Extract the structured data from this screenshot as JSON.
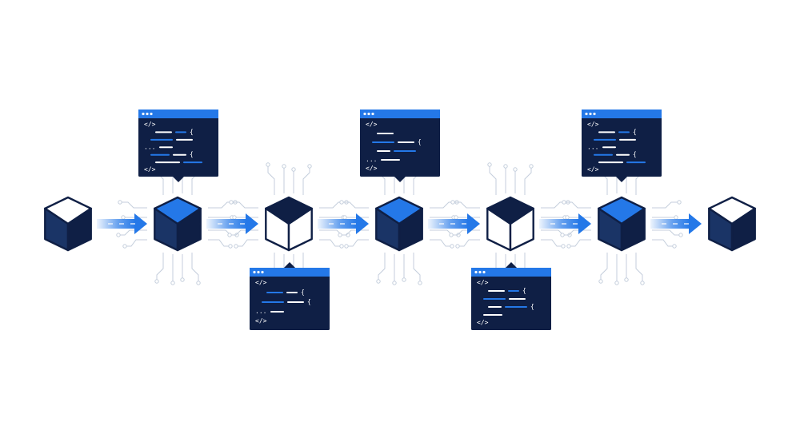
{
  "colors": {
    "background": "#ffffff",
    "navy": "#0f1f45",
    "navy_mid": "#1a3466",
    "blue": "#2478e8",
    "blue_light": "#3b8cf2",
    "white": "#ffffff",
    "circuit": "#c4cedc"
  },
  "pipeline": {
    "nodes": [
      {
        "id": "node-1",
        "icon": "cube-icon",
        "style": "white-top"
      },
      {
        "id": "node-2",
        "icon": "cube-icon",
        "style": "blue-top"
      },
      {
        "id": "node-3",
        "icon": "cube-icon",
        "style": "white-faces"
      },
      {
        "id": "node-4",
        "icon": "cube-icon",
        "style": "blue-top"
      },
      {
        "id": "node-5",
        "icon": "cube-icon",
        "style": "white-faces"
      },
      {
        "id": "node-6",
        "icon": "cube-icon",
        "style": "blue-top"
      },
      {
        "id": "node-7",
        "icon": "cube-icon",
        "style": "white-top"
      }
    ],
    "connectors": [
      {
        "id": "arrow-1",
        "icon": "arrow-right-icon"
      },
      {
        "id": "arrow-2",
        "icon": "arrow-right-icon"
      },
      {
        "id": "arrow-3",
        "icon": "arrow-right-icon"
      },
      {
        "id": "arrow-4",
        "icon": "arrow-right-icon"
      },
      {
        "id": "arrow-5",
        "icon": "arrow-right-icon"
      },
      {
        "id": "arrow-6",
        "icon": "arrow-right-icon"
      }
    ]
  },
  "code_panels": [
    {
      "id": "code-panel-1",
      "attached_to": "node-2",
      "lines": [
        {
          "glyph": "</>"
        },
        {
          "glyph": "",
          "bars": [
            "#ffffff",
            "#2478e8"
          ],
          "brace": "{"
        },
        {
          "glyph": "",
          "bars": [
            "#2478e8",
            "#ffffff"
          ]
        },
        {
          "glyph": "...",
          "bars": [
            "#ffffff"
          ]
        },
        {
          "glyph": "",
          "bars": [
            "#2478e8",
            "#ffffff"
          ],
          "brace": "{"
        },
        {
          "glyph": "",
          "bars": [
            "#ffffff",
            "#2478e8"
          ]
        },
        {
          "glyph": "</>"
        }
      ]
    },
    {
      "id": "code-panel-2",
      "attached_to": "node-3",
      "lines": [
        {
          "glyph": "</>"
        },
        {
          "glyph": "",
          "bars": [
            "#2478e8",
            "#ffffff"
          ],
          "brace": "{"
        },
        {
          "glyph": "",
          "bars": [
            "#2478e8",
            "#ffffff"
          ],
          "brace": "{"
        },
        {
          "glyph": "...",
          "bars": [
            "#ffffff"
          ]
        },
        {
          "glyph": "</>"
        }
      ]
    },
    {
      "id": "code-panel-3",
      "attached_to": "node-4",
      "lines": [
        {
          "glyph": "</>"
        },
        {
          "glyph": "",
          "bars": [
            "#ffffff"
          ]
        },
        {
          "glyph": "",
          "bars": [
            "#2478e8",
            "#ffffff"
          ],
          "brace": "{"
        },
        {
          "glyph": "",
          "bars": [
            "#ffffff",
            "#2478e8"
          ]
        },
        {
          "glyph": "...",
          "bars": [
            "#ffffff"
          ]
        },
        {
          "glyph": "</>"
        }
      ]
    },
    {
      "id": "code-panel-4",
      "attached_to": "node-5",
      "lines": [
        {
          "glyph": "</>"
        },
        {
          "glyph": "",
          "bars": [
            "#ffffff",
            "#2478e8"
          ],
          "brace": "{"
        },
        {
          "glyph": "",
          "bars": [
            "#2478e8",
            "#ffffff"
          ]
        },
        {
          "glyph": "",
          "bars": [
            "#ffffff",
            "#2478e8"
          ],
          "brace": "{"
        },
        {
          "glyph": "",
          "bars": [
            "#ffffff"
          ]
        },
        {
          "glyph": "</>"
        }
      ]
    },
    {
      "id": "code-panel-5",
      "attached_to": "node-6",
      "lines": [
        {
          "glyph": "</>"
        },
        {
          "glyph": "",
          "bars": [
            "#ffffff",
            "#2478e8"
          ],
          "brace": "{"
        },
        {
          "glyph": "",
          "bars": [
            "#2478e8",
            "#ffffff"
          ]
        },
        {
          "glyph": "...",
          "bars": [
            "#ffffff"
          ]
        },
        {
          "glyph": "",
          "bars": [
            "#2478e8",
            "#ffffff"
          ],
          "brace": "{"
        },
        {
          "glyph": "",
          "bars": [
            "#ffffff",
            "#2478e8"
          ]
        },
        {
          "glyph": "</>"
        }
      ]
    }
  ]
}
